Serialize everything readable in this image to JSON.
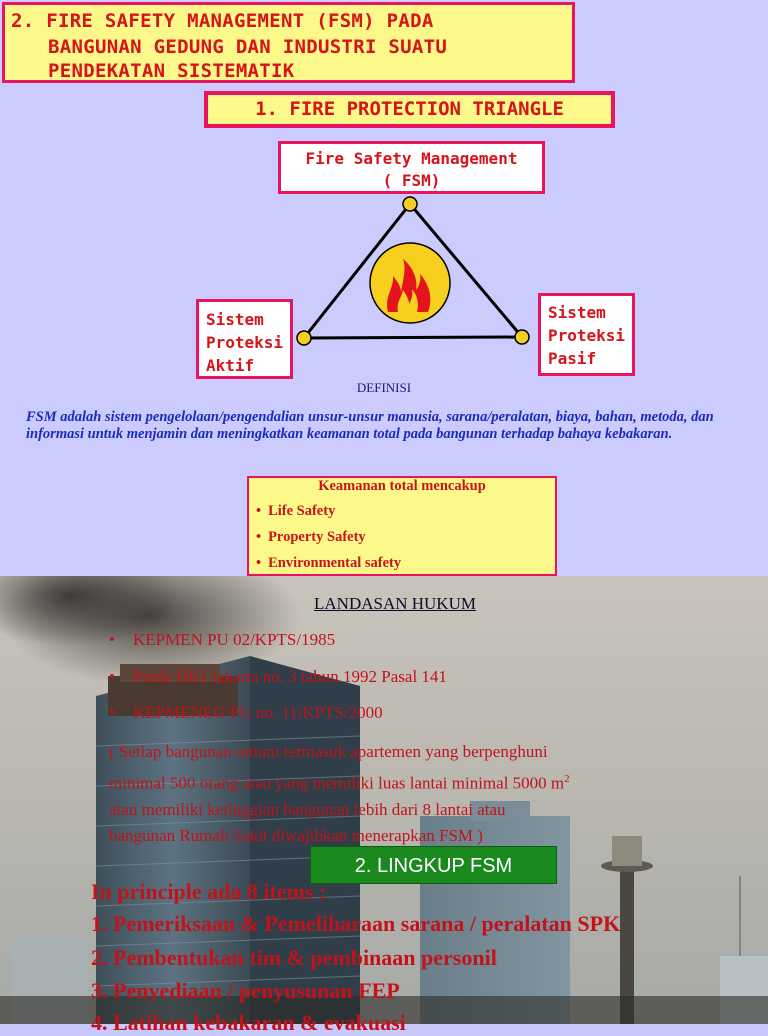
{
  "header": {
    "title_lines": [
      "2.  FIRE SAFETY MANAGEMENT (FSM) PADA",
      "BANGUNAN GEDUNG DAN INDUSTRI SUATU",
      "PENDEKATAN SISTEMATIK"
    ]
  },
  "triangle": {
    "heading": "1.  FIRE PROTECTION TRIANGLE",
    "top_label_1": "Fire Safety Management",
    "top_label_2": "( FSM)",
    "left_label": [
      "Sistem",
      "Proteksi",
      "Aktif"
    ],
    "right_label": [
      "Sistem",
      "Proteksi",
      "Pasif"
    ]
  },
  "definisi": {
    "label": "DEFINISI",
    "text": "FSM adalah sistem pengelolaan/pengendalian unsur-unsur manusia, sarana/peralatan, biaya, bahan, metoda, dan informasi untuk menjamin dan meningkatkan keamanan total pada bangunan terhadap bahaya kebakaran."
  },
  "coverage": {
    "title": "Keamanan total mencakup",
    "items": [
      "Life Safety",
      "Property Safety",
      "Environmental safety"
    ]
  },
  "legal": {
    "title": "LANDASAN HUKUM",
    "items": [
      "KEPMEN PU 02/KPTS/1985",
      "Perda DKI Jakarta no. 3 tahun 1992 Pasal 141",
      "KEPMENEG PU no. 11/KPTS/2000"
    ],
    "note_1": "( Setiap bangunan umum termasuk apartemen yang berpenghuni",
    "note_2": "minimal 500 orang atau yang memiliki luas lantai minimal 5000 m",
    "note_2_sup": "2",
    "note_3": "atau memiliki ketinggian bangunan lebih dari 8 lantai atau",
    "note_4": "bangunan Rumah Sakit diwajibkan menerapkan FSM )"
  },
  "scope": {
    "heading": "2.  LINGKUP FSM",
    "intro": "In principle ada 8 items :",
    "items": [
      "1.  Pemeriksaan & Pemeliharaan sarana / peralatan SPK",
      "2.  Pembentukan tim & pembinaan personil",
      "3.  Penyediaan / penyusunan FEP",
      "4.  Latihan kebakaran & evakuasi"
    ]
  },
  "colors": {
    "top_background": "#cbcbfd",
    "title_fill": "#fcf98a",
    "border": "#e8145f",
    "text_red": "#d6141b",
    "definition_blue": "#1a2bbd",
    "scope_green": "#1a8a1e"
  },
  "icons": {
    "fire": "fire-icon",
    "bullet": "bullet-dot"
  }
}
